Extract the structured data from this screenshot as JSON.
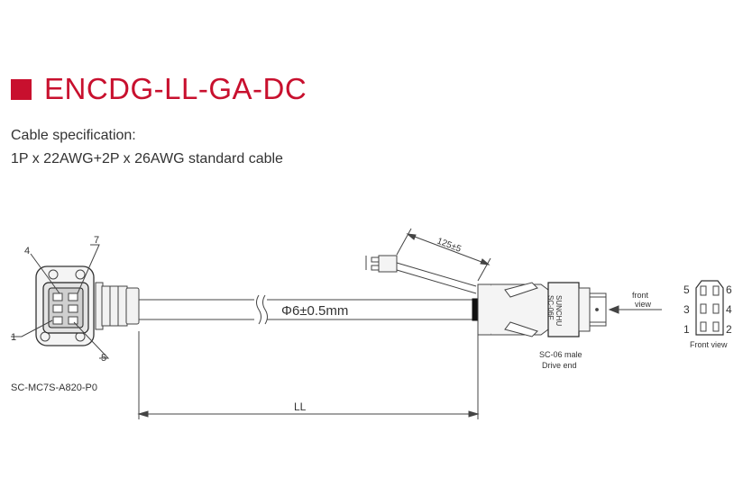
{
  "header": {
    "accent_color": "#c8102e",
    "title": "ENCDG-LL-GA-DC"
  },
  "spec": {
    "label": "Cable specification:",
    "value": "1P x 22AWG+2P x 26AWG standard cable"
  },
  "drawing": {
    "left_connector": {
      "part_number": "SC-MC7S-A820-P0",
      "pin_labels": [
        "4",
        "7",
        "1",
        "5"
      ]
    },
    "cable": {
      "diameter_label": "Φ6±0.5mm",
      "length_label": "LL"
    },
    "branch_length_label": "125±5",
    "right_connector": {
      "body_text_1": "SUNCHU",
      "body_text_2": "SC-06F",
      "caption_line_1": "SC-06 male",
      "caption_line_2": "Drive end"
    },
    "front_view_arrow_line_1": "front",
    "front_view_arrow_line_2": "view",
    "pinout": {
      "pins": [
        "5",
        "6",
        "3",
        "4",
        "1",
        "2"
      ],
      "caption": "Front view"
    }
  }
}
